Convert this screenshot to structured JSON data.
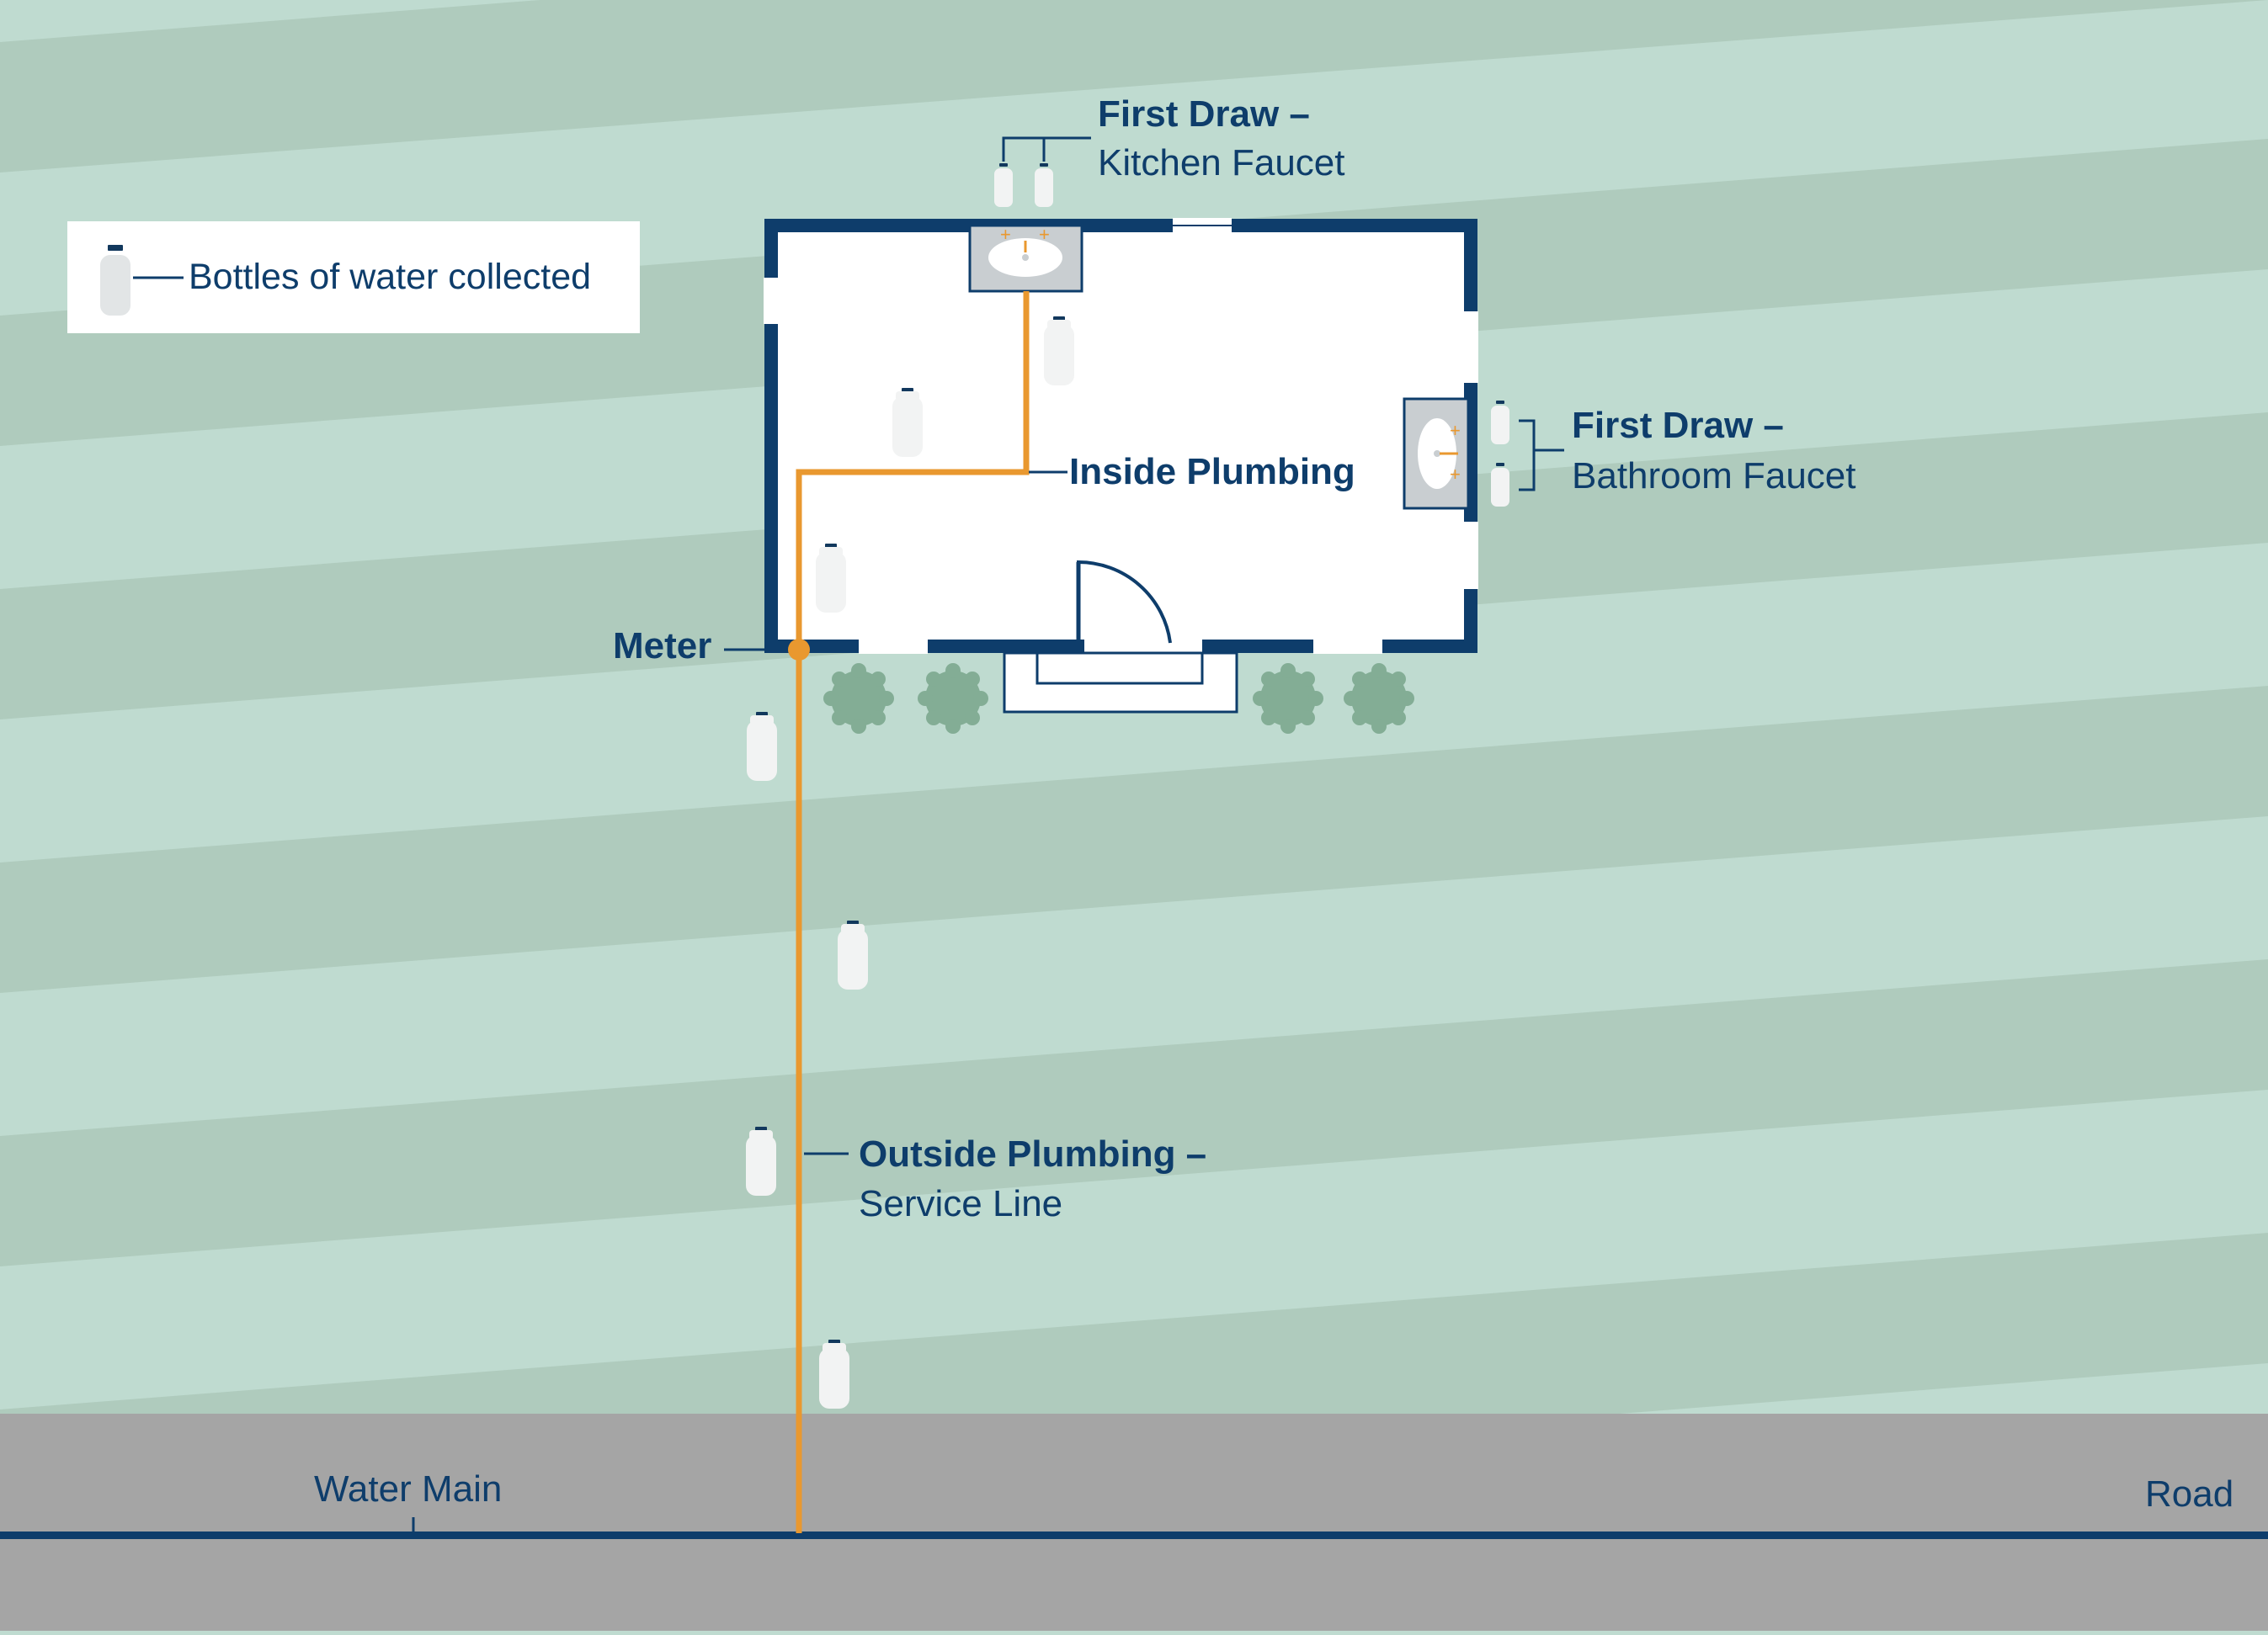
{
  "colors": {
    "stripe_light": "#bfdbd0",
    "stripe_dark": "#afcbbd",
    "navy": "#0e3d6b",
    "pipe": "#e9982f",
    "road": "#a5a5a5",
    "shrub": "#83ad95",
    "bottle": "#f2f3f3",
    "bottle_cap": "#12385d",
    "sink": "#c9ced1"
  },
  "legend": {
    "icon": "water-bottle-icon",
    "label": "Bottles of water collected"
  },
  "labels": {
    "kitchen_title": "First Draw –",
    "kitchen_sub": "Kitchen Faucet",
    "bathroom_title": "First Draw –",
    "bathroom_sub": "Bathroom Faucet",
    "inside_plumbing": "Inside Plumbing",
    "meter": "Meter",
    "outside_title": "Outside Plumbing –",
    "outside_sub": "Service Line",
    "water_main": "Water Main",
    "road": "Road"
  }
}
